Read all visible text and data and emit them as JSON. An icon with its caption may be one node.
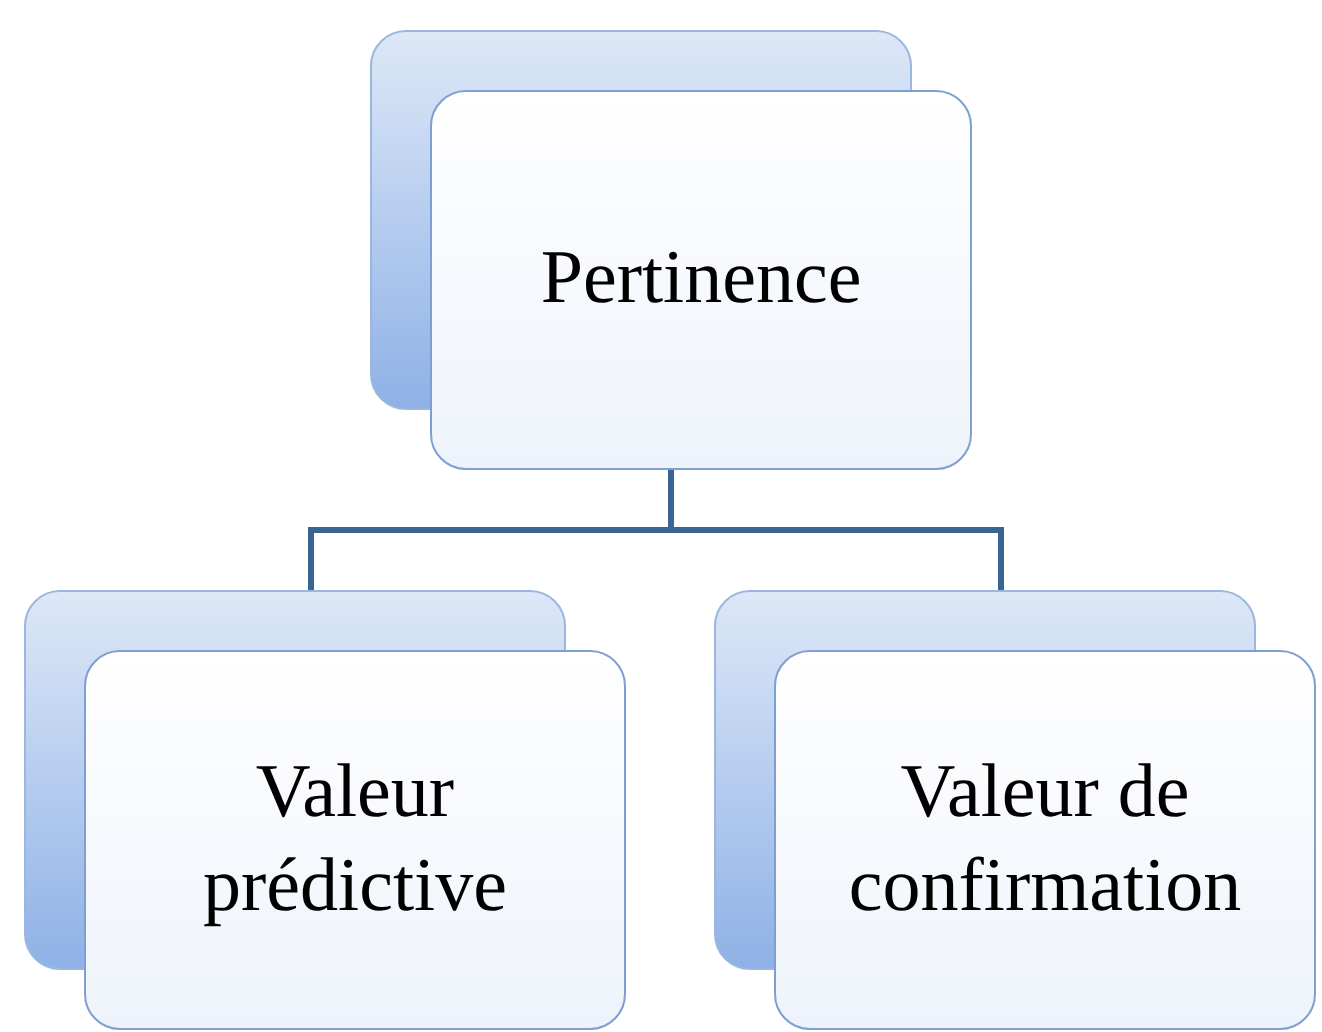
{
  "diagram": {
    "nodes": [
      {
        "text": [
          "Pertinence"
        ]
      },
      {
        "text": [
          "Valeur prédictive"
        ]
      },
      {
        "text": [
          "Valeur de confirmation"
        ]
      }
    ],
    "edges": [
      {
        "from": 0,
        "to": 1,
        "arrow": "none"
      },
      {
        "from": 0,
        "to": 2,
        "arrow": "none"
      }
    ]
  }
}
